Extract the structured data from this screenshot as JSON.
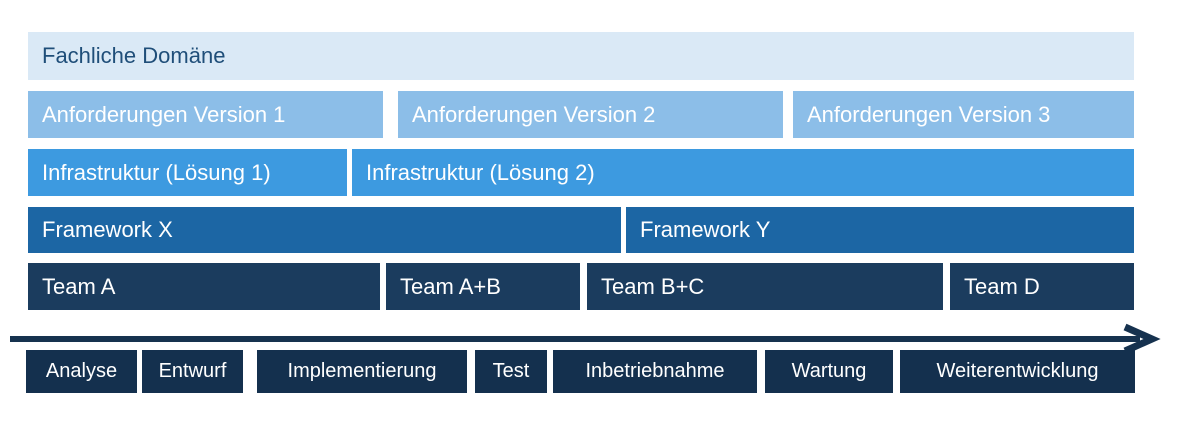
{
  "colors": {
    "background": "#FFFFFF",
    "domain_fill": "#DAE9F6",
    "domain_text": "#1F4E79",
    "requirements_fill": "#8CBEE8",
    "infrastructure_fill": "#3D9AE0",
    "framework_fill": "#1C66A4",
    "team_fill": "#1B3C5E",
    "phase_fill": "#14304E",
    "arrow_color": "#16324F",
    "light_text": "#FFFFFF"
  },
  "rows": [
    {
      "name": "fachliche-domaene",
      "blocks": [
        {
          "label": "Fachliche Domäne"
        }
      ]
    },
    {
      "name": "anforderungen",
      "blocks": [
        {
          "label": "Anforderungen Version 1"
        },
        {
          "label": "Anforderungen Version 2"
        },
        {
          "label": "Anforderungen Version 3"
        }
      ]
    },
    {
      "name": "infrastruktur",
      "blocks": [
        {
          "label": "Infrastruktur (Lösung 1)"
        },
        {
          "label": "Infrastruktur (Lösung 2)"
        }
      ]
    },
    {
      "name": "frameworks",
      "blocks": [
        {
          "label": "Framework X"
        },
        {
          "label": "Framework Y"
        }
      ]
    },
    {
      "name": "teams",
      "blocks": [
        {
          "label": "Team A"
        },
        {
          "label": "Team A+B"
        },
        {
          "label": "Team B+C"
        },
        {
          "label": "Team D"
        }
      ]
    },
    {
      "name": "phasen",
      "blocks": [
        {
          "label": "Analyse"
        },
        {
          "label": "Entwurf"
        },
        {
          "label": "Implementierung"
        },
        {
          "label": "Test"
        },
        {
          "label": "Inbetriebnahme"
        },
        {
          "label": "Wartung"
        },
        {
          "label": "Weiterentwicklung"
        }
      ]
    }
  ],
  "timeline_arrow": {
    "direction": "right"
  }
}
